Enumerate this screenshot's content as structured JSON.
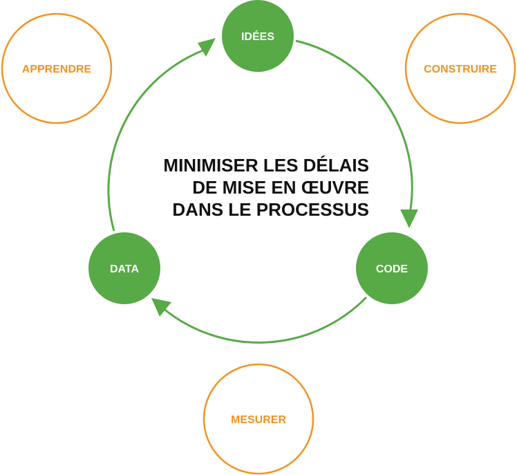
{
  "colors": {
    "green": "#57aa46",
    "orange": "#f39322",
    "text": "#111111"
  },
  "cycle": {
    "ideas": "IDÉES",
    "code": "CODE",
    "data": "DATA"
  },
  "phases": {
    "build": "CONSTRUIRE",
    "measure": "MESURER",
    "learn": "APPRENDRE"
  },
  "center": {
    "line1": "MINIMISER LES DÉLAIS",
    "line2": "DE MISE EN ŒUVRE",
    "line3": "DANS LE PROCESSUS"
  }
}
